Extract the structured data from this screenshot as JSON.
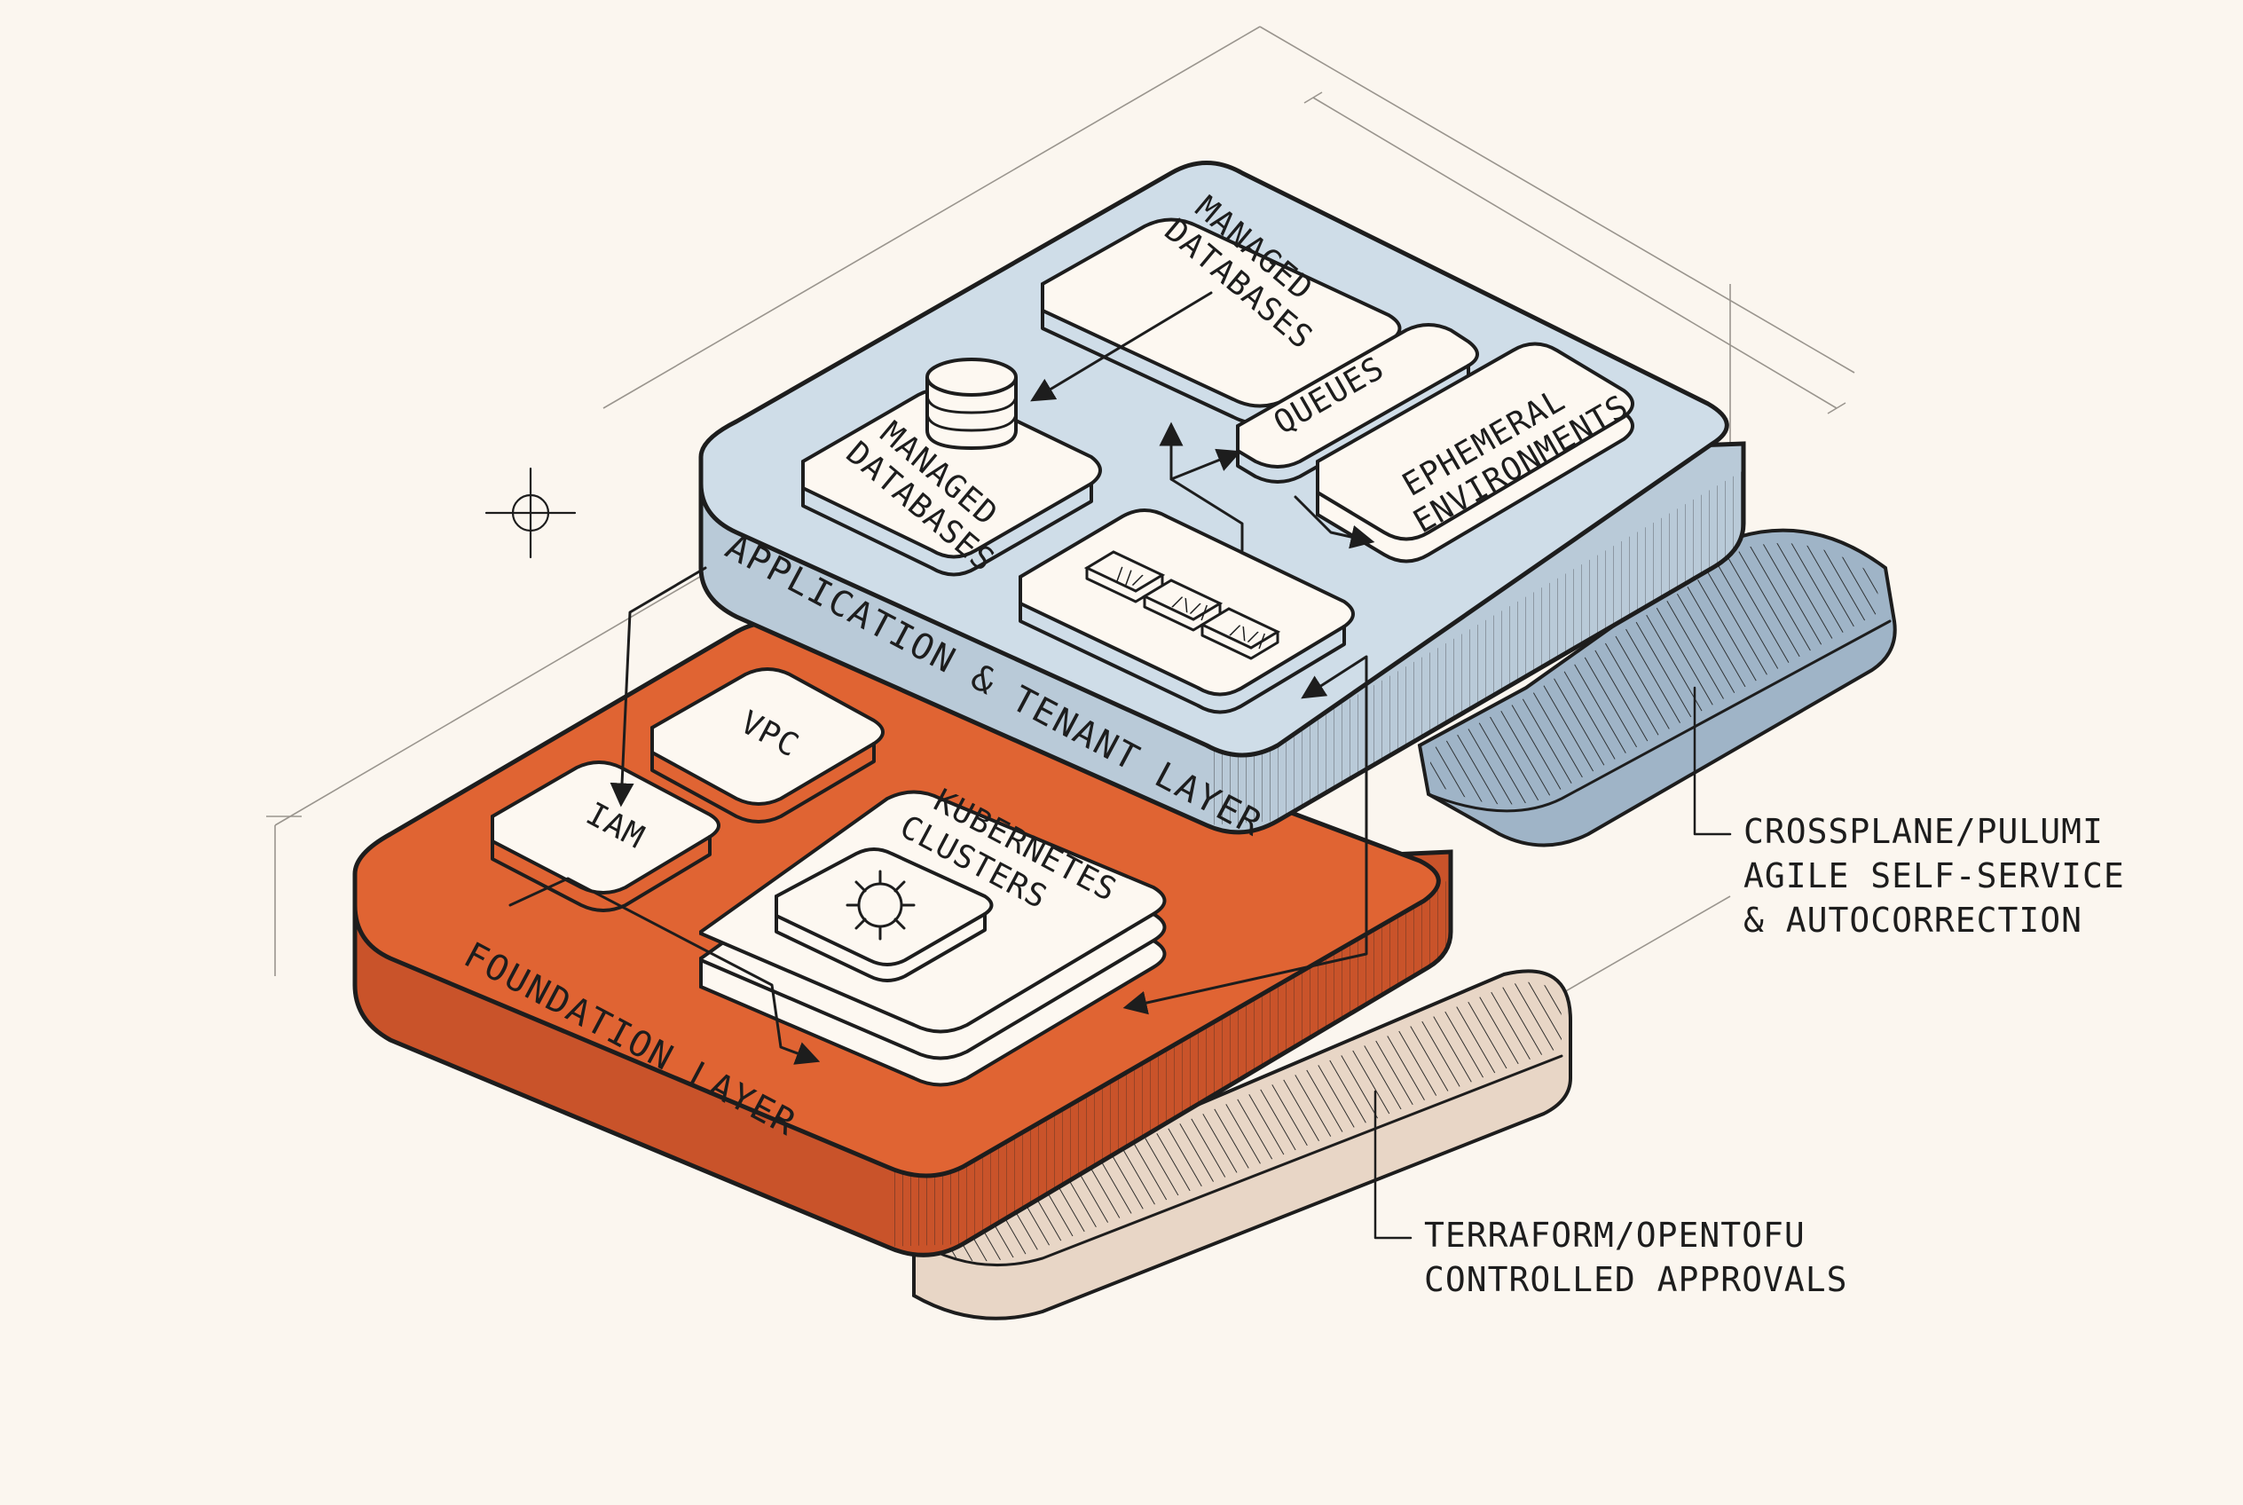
{
  "layers": {
    "application": {
      "label": "APPLICATION & TENANT LAYER",
      "color": "#cfdde8",
      "side_color": "#b9cad8"
    },
    "foundation": {
      "label": "FOUNDATION LAYER",
      "color": "#e06433",
      "side_color": "#c9532a"
    }
  },
  "app_components": {
    "managed_databases_top": "MANAGED\nDATABASES",
    "queues": "QUEUES",
    "managed_databases": "MANAGED\nDATABASES",
    "ephemeral_environments": "EPHEMERAL\nENVIRONMENTS"
  },
  "foundation_components": {
    "vpc": "VPC",
    "iam": "IAM",
    "kubernetes_clusters": "KUBERNETES\nCLUSTERS"
  },
  "callouts": {
    "crossplane": [
      "CROSSPLANE/PULUMI",
      "AGILE SELF-SERVICE",
      "& AUTOCORRECTION"
    ],
    "terraform": [
      "TERRAFORM/OPENTOFU",
      "CONTROLLED APPROVALS"
    ]
  },
  "colors": {
    "ink": "#1d1d1d",
    "paper": "#fbf6ef",
    "card": "#fdf8f1",
    "hatch_blue": "#9fb4c7",
    "hatch_tan": "#e8d6c6"
  }
}
